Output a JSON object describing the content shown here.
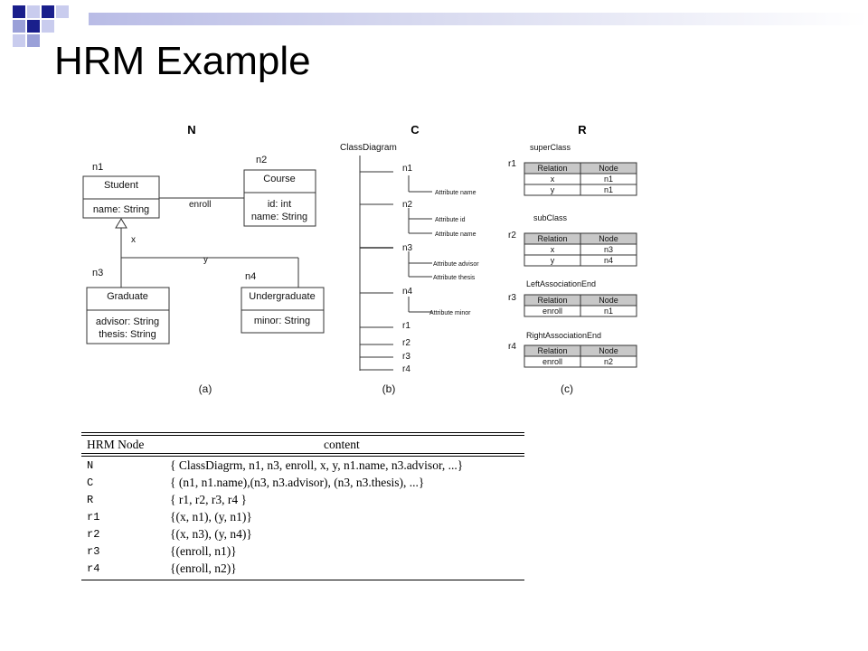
{
  "slide": {
    "title": "HRM Example"
  },
  "figure": {
    "a": {
      "section": "N",
      "caption": "(a)",
      "classes": [
        {
          "node": "n1",
          "name": "Student",
          "attrs": [
            "name: String"
          ]
        },
        {
          "node": "n2",
          "name": "Course",
          "attrs": [
            "id: int",
            "name: String"
          ]
        },
        {
          "node": "n3",
          "name": "Graduate",
          "attrs": [
            "advisor: String",
            "thesis: String"
          ]
        },
        {
          "node": "n4",
          "name": "Undergraduate",
          "attrs": [
            "minor: String"
          ]
        }
      ],
      "assoc_label": "enroll",
      "gen_labels": [
        "x",
        "y"
      ]
    },
    "b": {
      "section": "C",
      "caption": "(b)",
      "root": "ClassDiagram",
      "nodes": [
        "n1",
        "n2",
        "n3",
        "n4",
        "r1",
        "r2",
        "r3",
        "r4"
      ],
      "attrs": {
        "n1": [
          "Attribute name"
        ],
        "n2": [
          "Attribute id",
          "Attribute name"
        ],
        "n3": [
          "Attribute advisor",
          "Attribute thesis"
        ],
        "n4": [
          "Attribute minor"
        ]
      }
    },
    "c": {
      "section": "R",
      "caption": "(c)",
      "col_headers": [
        "Relation",
        "Node"
      ],
      "relations": [
        {
          "id": "r1",
          "name": "superClass",
          "rows": [
            [
              "x",
              "n1"
            ],
            [
              "y",
              "n1"
            ]
          ]
        },
        {
          "id": "r2",
          "name": "subClass",
          "rows": [
            [
              "x",
              "n3"
            ],
            [
              "y",
              "n4"
            ]
          ]
        },
        {
          "id": "r3",
          "name": "LeftAssociationEnd",
          "rows": [
            [
              "enroll",
              "n1"
            ]
          ]
        },
        {
          "id": "r4",
          "name": "RightAssociationEnd",
          "rows": [
            [
              "enroll",
              "n2"
            ]
          ]
        }
      ]
    }
  },
  "table": {
    "headers": [
      "HRM Node",
      "content"
    ],
    "rows": [
      [
        "N",
        "{ ClassDiagrm, n1, n3, enroll, x, y, n1.name, n3.advisor, ...}"
      ],
      [
        "C",
        "{ (n1, n1.name),(n3, n3.advisor), (n3, n3.thesis), ...}"
      ],
      [
        "R",
        "{ r1, r2, r3, r4 }"
      ],
      [
        "r1",
        "{(x, n1), (y, n1)}"
      ],
      [
        "r2",
        "{(x, n3), (y, n4)}"
      ],
      [
        "r3",
        "{(enroll, n1)}"
      ],
      [
        "r4",
        "{(enroll, n2)}"
      ]
    ]
  },
  "colors": {
    "deco_dark": "#1a1f8c",
    "deco_light": "#9aa0d8",
    "table_header_fill": "#c8c8c8"
  }
}
